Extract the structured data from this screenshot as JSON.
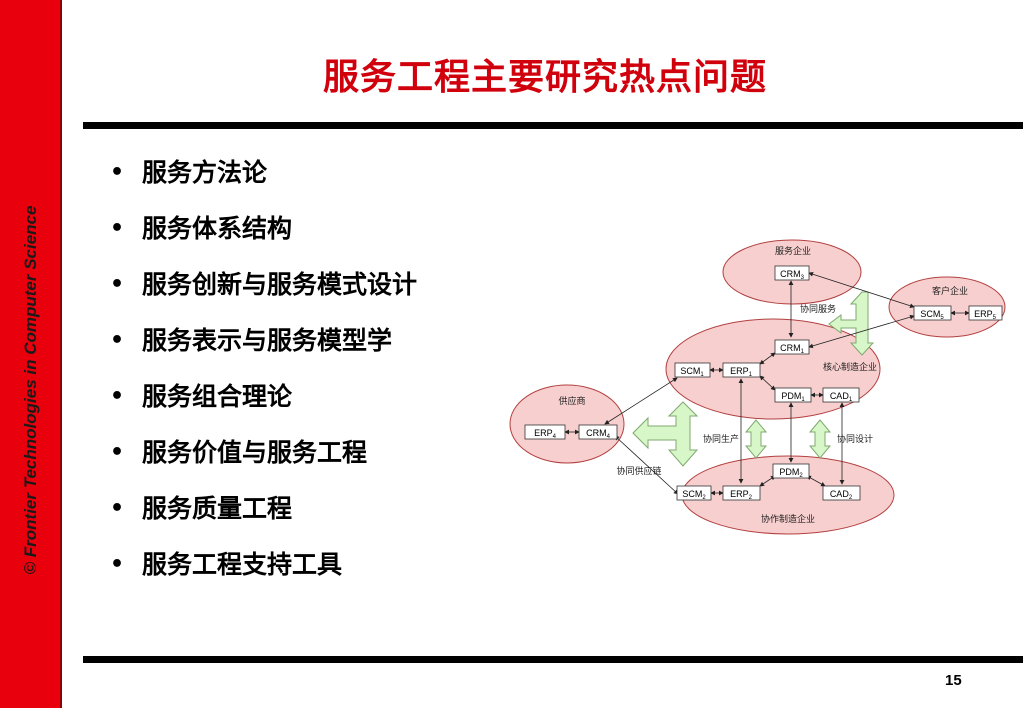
{
  "sidebar": {
    "text": "©  Frontier Technologies in Computer Science"
  },
  "title": "服务工程主要研究热点问题",
  "bullets": [
    "服务方法论",
    "服务体系结构",
    "服务创新与服务模式设计",
    "服务表示与服务模型学",
    "服务组合理论",
    "服务价值与服务工程",
    "服务质量工程",
    "服务工程支持工具"
  ],
  "bullet_symbol": "•",
  "page_number": "15",
  "diagram": {
    "colors": {
      "ellipse_fill": "#f8cfcf",
      "ellipse_stroke": "#b34040",
      "arrow_fill": "#d7f7c9",
      "arrow_stroke": "#7fa86e"
    },
    "labels": {
      "service_enterprise": "服务企业",
      "customer_enterprise": "客户企业",
      "core_enterprise": "核心制造企业",
      "supplier": "供应商",
      "collab_enterprise": "协作制造企业",
      "collab_service": "协同服务",
      "collab_production": "协同生产",
      "collab_design": "协同设计",
      "collab_supply_chain": "协同供应链"
    },
    "boxes": {
      "crm3": {
        "main": "CRM",
        "sub": "3"
      },
      "scm5": {
        "main": "SCM",
        "sub": "5"
      },
      "erp5": {
        "main": "ERP",
        "sub": "5"
      },
      "crm1": {
        "main": "CRM",
        "sub": "1"
      },
      "scm1": {
        "main": "SCM",
        "sub": "1"
      },
      "erp1": {
        "main": "ERP",
        "sub": "1"
      },
      "pdm1": {
        "main": "PDM",
        "sub": "1"
      },
      "cad1": {
        "main": "CAD",
        "sub": "1"
      },
      "erp4": {
        "main": "ERP",
        "sub": "4"
      },
      "crm4": {
        "main": "CRM",
        "sub": "4"
      },
      "pdm2": {
        "main": "PDM",
        "sub": "2"
      },
      "scm2": {
        "main": "SCM",
        "sub": "2"
      },
      "erp2": {
        "main": "ERP",
        "sub": "2"
      },
      "cad2": {
        "main": "CAD",
        "sub": "2"
      }
    }
  }
}
